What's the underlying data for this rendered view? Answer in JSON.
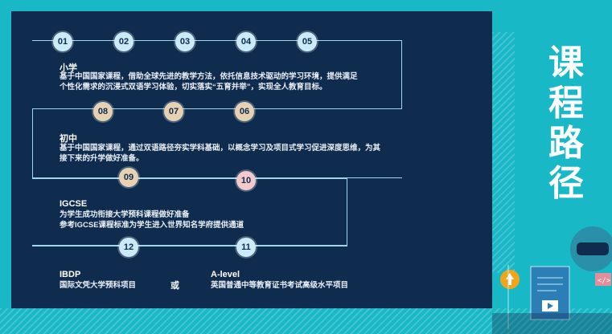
{
  "side_title": [
    "课",
    "程",
    "路",
    "径"
  ],
  "nodes": [
    "01",
    "02",
    "03",
    "04",
    "05",
    "06",
    "07",
    "08",
    "09",
    "10",
    "11",
    "12"
  ],
  "stages": {
    "primary": {
      "title": "小学",
      "lines": [
        "基于中国国家课程，借助全球先进的教学方法，依托信息技术驱动的学习环境，提供满足",
        "个性化需求的沉浸式双语学习体验，切实落实“五育并举”，实现全人教育目标。"
      ]
    },
    "middle": {
      "title": "初中",
      "lines": [
        "基于中国国家课程，通过双语路径夯实学科基础，以概念学习及项目式学习促进深度思维，为其",
        "接下来的升学做好准备。"
      ]
    },
    "igcse": {
      "title": "IGCSE",
      "lines": [
        "为学生成功衔接大学预科课程做好准备",
        "参考IGCSE课程标准为学生进入世界知名学府提供通道"
      ]
    },
    "ibdp": {
      "title": "IBDP",
      "line": "国际文凭大学预科项目"
    },
    "or": "或",
    "alevel": {
      "title": "A-level",
      "line": "英国普通中等教育证书考试高级水平项目"
    }
  }
}
